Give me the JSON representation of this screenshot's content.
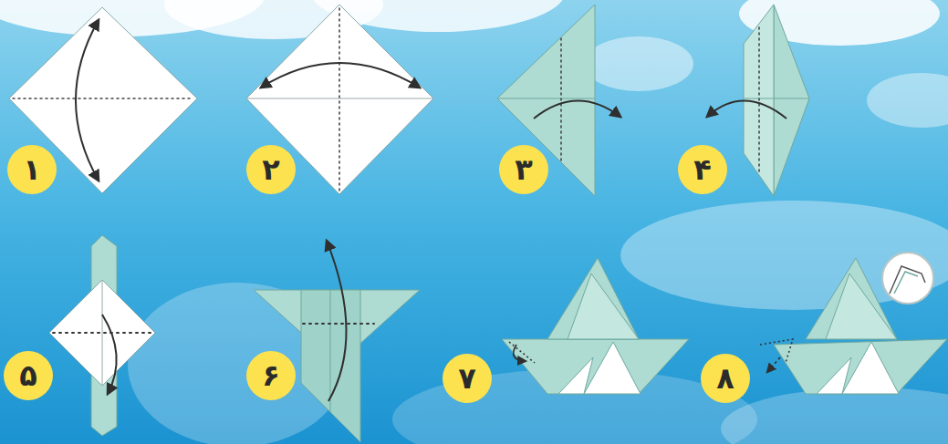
{
  "diagram": {
    "nodes": [
      {
        "text": [
          "۱"
        ]
      },
      {
        "text": [
          "۲"
        ]
      },
      {
        "text": [
          "۳"
        ]
      },
      {
        "text": [
          "۴"
        ]
      },
      {
        "text": [
          "۵"
        ]
      },
      {
        "text": [
          "۶"
        ]
      },
      {
        "text": [
          "۷"
        ]
      },
      {
        "text": [
          "۸"
        ]
      }
    ]
  }
}
